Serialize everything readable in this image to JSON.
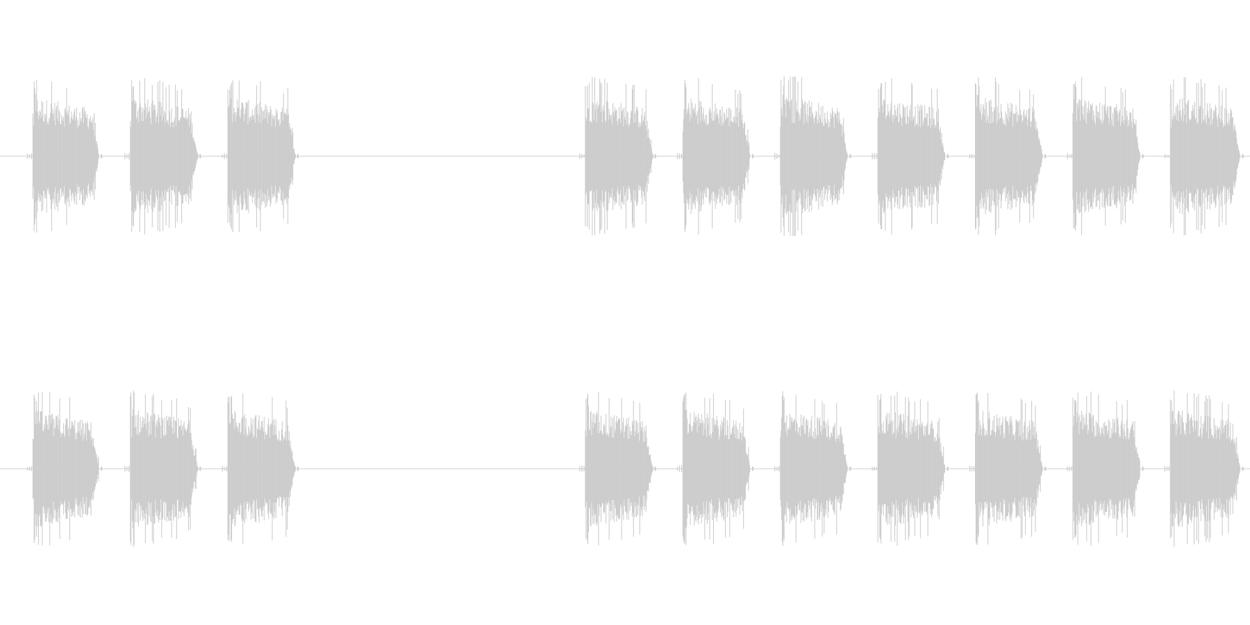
{
  "chart_data": {
    "type": "area",
    "title": "",
    "xlabel": "",
    "ylabel": "",
    "x_range": [
      0,
      1
    ],
    "ylim": [
      -1,
      1
    ],
    "grid": false,
    "legend": "none",
    "channels": [
      {
        "bursts": [
          {
            "start": 0.026,
            "end": 0.079,
            "peak": 0.96
          },
          {
            "start": 0.104,
            "end": 0.158,
            "peak": 0.97
          },
          {
            "start": 0.182,
            "end": 0.236,
            "peak": 0.97
          },
          {
            "start": 0.468,
            "end": 0.522,
            "peak": 0.98
          },
          {
            "start": 0.546,
            "end": 0.6,
            "peak": 0.97
          },
          {
            "start": 0.624,
            "end": 0.678,
            "peak": 0.99
          },
          {
            "start": 0.702,
            "end": 0.756,
            "peak": 0.97
          },
          {
            "start": 0.78,
            "end": 0.834,
            "peak": 0.98
          },
          {
            "start": 0.858,
            "end": 0.912,
            "peak": 0.98
          },
          {
            "start": 0.936,
            "end": 0.992,
            "peak": 0.98
          }
        ]
      },
      {
        "bursts": [
          {
            "start": 0.026,
            "end": 0.079,
            "peak": 0.95
          },
          {
            "start": 0.104,
            "end": 0.158,
            "peak": 0.97
          },
          {
            "start": 0.182,
            "end": 0.236,
            "peak": 0.97
          },
          {
            "start": 0.468,
            "end": 0.522,
            "peak": 0.96
          },
          {
            "start": 0.546,
            "end": 0.6,
            "peak": 0.96
          },
          {
            "start": 0.624,
            "end": 0.678,
            "peak": 0.96
          },
          {
            "start": 0.702,
            "end": 0.756,
            "peak": 0.96
          },
          {
            "start": 0.78,
            "end": 0.834,
            "peak": 0.96
          },
          {
            "start": 0.858,
            "end": 0.912,
            "peak": 0.97
          },
          {
            "start": 0.936,
            "end": 0.992,
            "peak": 0.97
          }
        ]
      }
    ],
    "colors": {
      "waveform": "#cccccc",
      "baseline": "#cccccc",
      "background": "#ffffff"
    }
  }
}
